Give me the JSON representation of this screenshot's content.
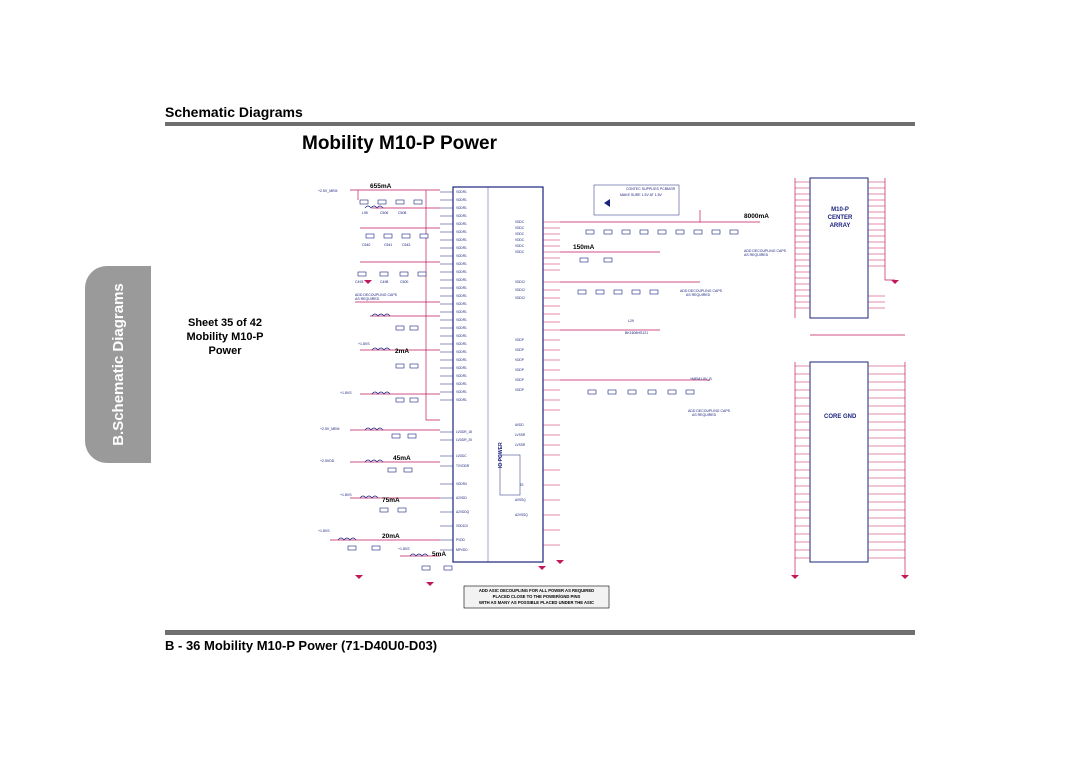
{
  "section_title": "Schematic Diagrams",
  "page_title": "Mobility M10-P Power",
  "side_tab": "B.Schematic Diagrams",
  "sheet_info": {
    "sheet": "Sheet 35 of 42",
    "name": "Mobility M10-P",
    "sub": "Power"
  },
  "footer": "B - 36  Mobility M10-P Power  (71-D40U0-D03)",
  "schematic": {
    "currents": [
      "655mA",
      "2mA",
      "45mA",
      "75mA",
      "20mA",
      "5mA",
      "150mA",
      "8000mA"
    ],
    "nets": [
      "+2.5V_MEM",
      "+1.8VS",
      "+1.5VS",
      "+3.3VS"
    ],
    "io_power_label": "IO POWER",
    "center_array": [
      "M10-P",
      "CENTER",
      "ARRAY"
    ],
    "core_gnd": "CORE GND",
    "notes": [
      "ADD ASIC DECOUPLING FOR ALL POWER AS REQUIRED",
      "PLACED  CLOSE TO THE  POWER/GND PINS",
      "WITH AS MANY AS POSSIBLE  PLACED UNDER THE ASIC"
    ]
  },
  "colors": {
    "tab": "#9a9a9a",
    "rule": "#6f6f6f",
    "wire": "#c2185b",
    "component": "#1a237e",
    "note_bg": "#f2f2f2"
  }
}
